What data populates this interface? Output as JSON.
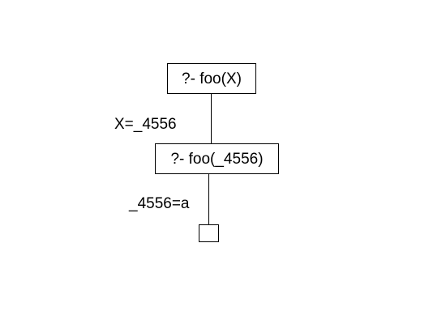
{
  "tree": {
    "root": {
      "text": "?- foo(X)"
    },
    "edge_1": {
      "label": "X=_4556"
    },
    "child": {
      "text": "?- foo(_4556)"
    },
    "edge_2": {
      "label": "_4556=a"
    },
    "leaf": {
      "text": ""
    }
  }
}
